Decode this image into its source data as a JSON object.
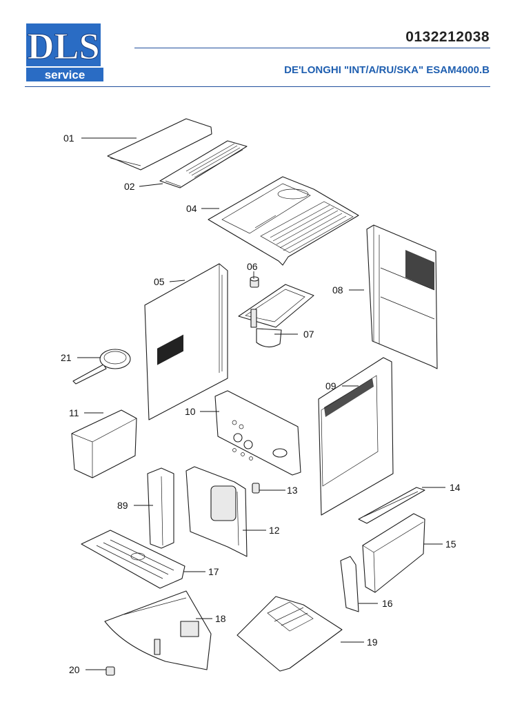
{
  "header": {
    "logo_text": "DLS",
    "logo_subtext": "service",
    "document_number": "0132212038",
    "model_title": "DE'LONGHI \"INT/A/RU/SKA\" ESAM4000.B"
  },
  "callouts": {
    "c01": "01",
    "c02": "02",
    "c04": "04",
    "c05": "05",
    "c06": "06",
    "c07": "07",
    "c08": "08",
    "c09": "09",
    "c10": "10",
    "c11": "11",
    "c12": "12",
    "c13": "13",
    "c14": "14",
    "c15": "15",
    "c16": "16",
    "c17": "17",
    "c18": "18",
    "c19": "19",
    "c20": "20",
    "c21": "21",
    "c89": "89"
  },
  "colors": {
    "brand_blue": "#1f5fb0",
    "logo_blue": "#2a6cc4",
    "rule_blue": "#1f4e9c"
  }
}
